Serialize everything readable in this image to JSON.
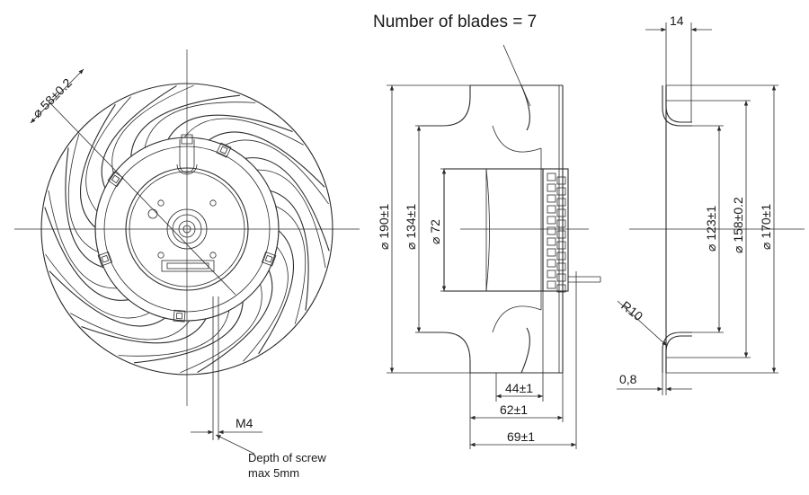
{
  "title": "Number of blades = 7",
  "front_view": {
    "dia_label": "⌀ 58±0.2",
    "thread_label": "M4",
    "screw_note_line1": "Depth of screw",
    "screw_note_line2": "max 5mm"
  },
  "side_view": {
    "dia_outer": "⌀ 190±1",
    "dia_inner": "⌀ 134±1",
    "dia_hub": "⌀  72",
    "width_44": "44±1",
    "width_62": "62±1",
    "width_69": "69±1"
  },
  "section_view": {
    "thickness": "14",
    "dia_123": "⌀ 123±1",
    "dia_158": "⌀ 158±0.2",
    "dia_170": "⌀ 170±1",
    "radius": "R10",
    "sheet": "0,8"
  }
}
